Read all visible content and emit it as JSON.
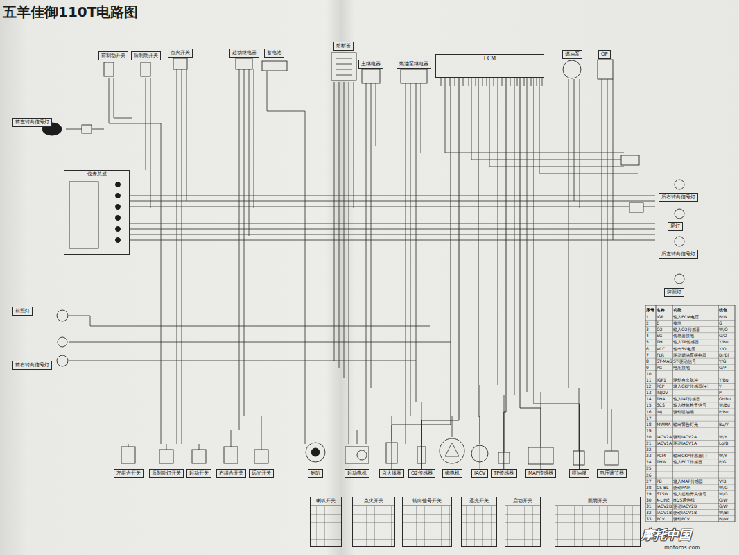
{
  "diagram": {
    "title": "五羊佳御110T电路图",
    "nodes": [
      {
        "text": [
          "前制动开关"
        ]
      },
      {
        "text": [
          "后制动开关"
        ]
      },
      {
        "text": [
          "点火开关"
        ]
      },
      {
        "text": [
          "起动继电器"
        ]
      },
      {
        "text": [
          "蓄电池"
        ]
      },
      {
        "text": [
          "熔断器"
        ]
      },
      {
        "text": [
          "主继电器"
        ]
      },
      {
        "text": [
          "燃油泵继电器"
        ]
      },
      {
        "text": [
          "ECM"
        ]
      },
      {
        "text": [
          "燃油泵"
        ]
      },
      {
        "text": [
          "OP"
        ]
      },
      {
        "text": [
          "前左转向信号灯"
        ]
      },
      {
        "text": [
          "仪表总成"
        ]
      },
      {
        "text": [
          "前照灯"
        ]
      },
      {
        "text": [
          "前右转向信号灯"
        ]
      },
      {
        "text": [
          "后右转向信号灯"
        ]
      },
      {
        "text": [
          "尾灯"
        ]
      },
      {
        "text": [
          "后左转向信号灯"
        ]
      },
      {
        "text": [
          "牌照灯"
        ]
      },
      {
        "text": [
          "左组合开关"
        ]
      },
      {
        "text": [
          "后制动灯开关"
        ]
      },
      {
        "text": [
          "起动开关"
        ]
      },
      {
        "text": [
          "右组合开关"
        ]
      },
      {
        "text": [
          "远光开关"
        ]
      },
      {
        "text": [
          "喇叭"
        ]
      },
      {
        "text": [
          "起动电机"
        ]
      },
      {
        "text": [
          "点火线圈"
        ]
      },
      {
        "text": [
          "O2传感器"
        ]
      },
      {
        "text": [
          "磁电机"
        ]
      },
      {
        "text": [
          "IACV"
        ]
      },
      {
        "text": [
          "TP传感器"
        ]
      },
      {
        "text": [
          "MAP传感器"
        ]
      },
      {
        "text": [
          "喷油嘴"
        ]
      },
      {
        "text": [
          "电压调节器"
        ]
      },
      {
        "text": [
          "喇叭开关"
        ]
      },
      {
        "text": [
          "点火开关"
        ]
      },
      {
        "text": [
          "转向信号开关"
        ]
      },
      {
        "text": [
          "远光开关"
        ]
      },
      {
        "text": [
          "启动开关"
        ]
      },
      {
        "text": [
          "照明开关"
        ]
      }
    ],
    "edges": [
      {
        "from": 8,
        "to": 26,
        "arrow": "none"
      },
      {
        "from": 8,
        "to": 27,
        "arrow": "none"
      },
      {
        "from": 8,
        "to": 29,
        "arrow": "none"
      },
      {
        "from": 8,
        "to": 30,
        "arrow": "none"
      },
      {
        "from": 8,
        "to": 31,
        "arrow": "none"
      },
      {
        "from": 8,
        "to": 32,
        "arrow": "none"
      }
    ],
    "labels": [
      "序号",
      "名称",
      "功能",
      "线色",
      "1",
      "IGP",
      "输入ECM电压",
      "B/W",
      "2",
      "E",
      "接地",
      "G",
      "3",
      "O2",
      "输入O2传感器",
      "W/O",
      "4",
      "SG",
      "传感器接地",
      "G/O",
      "5",
      "THL",
      "输入TP传感器",
      "Y/Bu",
      "6",
      "VCC",
      "输出5V电压",
      "Y/O",
      "7",
      "FLR",
      "驱动燃油泵继电器",
      "Br/Bl",
      "8",
      "ST-MAG",
      "ST-驱动信号",
      "Y/G",
      "9",
      "PG",
      "电压接地",
      "G/P",
      "10",
      "11",
      "IGP1",
      "驱动点火脉冲",
      "Y/Bu",
      "12",
      "PCP",
      "输入CKP传感器(+)",
      "Y",
      "13",
      "INJDV",
      "P",
      "14",
      "THA",
      "输入IAT传感器",
      "Gr/Bu",
      "15",
      "SCS",
      "输入维修检查信号",
      "W/Bu",
      "16",
      "INJ",
      "驱动喷油嘴",
      "P/Bu",
      "17",
      "18",
      "MWMA",
      "输出警告灯光",
      "Bu/Y",
      "19",
      "20",
      "IACV2A",
      "驱动IACV2A",
      "W/Y",
      "21",
      "IACV1A",
      "驱动IACV1A",
      "Lg/B",
      "22",
      "23",
      "PCM",
      "输出CKP传感器(-)",
      "W/Y",
      "24",
      "THW",
      "输入ECT传感器",
      "P/G",
      "25",
      "26",
      "27",
      "PB",
      "输入MAP传感器",
      "V/B",
      "28",
      "CS-BL",
      "驱动PAIR",
      "W/G",
      "29",
      "STSW",
      "输入起动开关信号",
      "W/G",
      "30",
      "K-LINE",
      "HDS通信线",
      "O/W",
      "31",
      "IACV2B",
      "驱动IACV2B",
      "G/W",
      "32",
      "IACV1B",
      "驱动IACV1B",
      "W/Bl",
      "33",
      "PCV",
      "驱动PCV",
      "Bl/W",
      "摩托中国",
      "motoms.com"
    ]
  }
}
